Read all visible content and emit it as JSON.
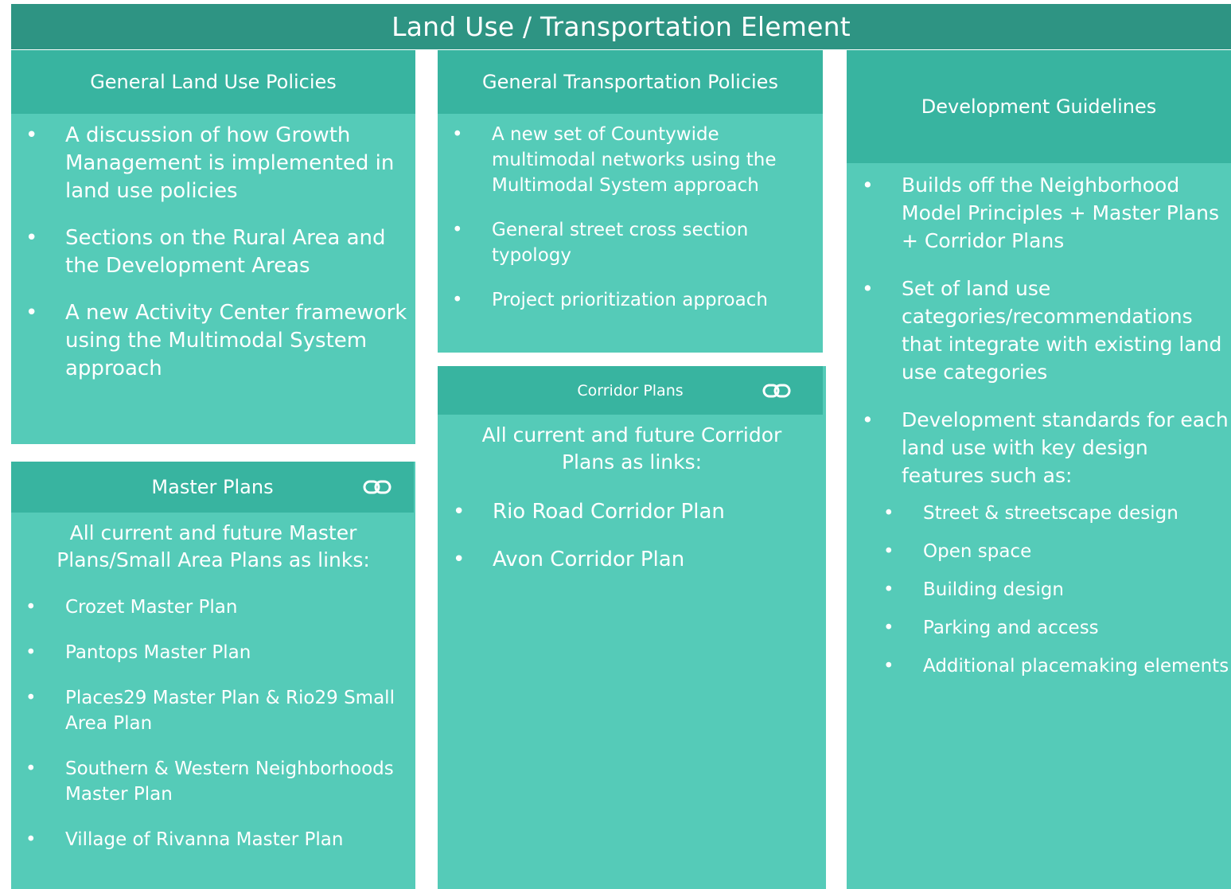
{
  "title": "Land Use / Transportation Element",
  "colors": {
    "banner": "#2e9483",
    "header": "#38b4a0",
    "body": "#55cbb8",
    "text": "#ffffff"
  },
  "general_land_use": {
    "header": "General Land Use Policies",
    "items": [
      "A discussion of how Growth Management is implemented in land use policies",
      "Sections on the Rural Area and the Development Areas",
      "A new Activity Center framework using the Multimodal System approach"
    ]
  },
  "general_transportation": {
    "header": "General Transportation Policies",
    "items": [
      "A new set of Countywide multimodal networks using the Multimodal System approach",
      "General street cross section typology",
      "Project prioritization approach"
    ]
  },
  "development_guidelines": {
    "header": "Development Guidelines",
    "items": [
      "Builds off the Neighborhood Model Principles + Master Plans + Corridor Plans",
      "Set of land use categories/recommendations that integrate with existing land use categories",
      "Development standards for each land use with key design features such as:"
    ],
    "sub_items": [
      "Street & streetscape design",
      "Open space",
      "Building design",
      "Parking and access",
      "Additional placemaking elements"
    ]
  },
  "master_plans": {
    "header": "Master Plans",
    "icon": "link-icon",
    "intro": "All current and future Master Plans/Small Area Plans as links:",
    "items": [
      "Crozet Master Plan",
      "Pantops Master Plan",
      "Places29 Master Plan & Rio29 Small Area Plan",
      "Southern & Western Neighborhoods Master Plan",
      "Village of Rivanna Master Plan"
    ]
  },
  "corridor_plans": {
    "header": "Corridor Plans",
    "icon": "link-icon",
    "intro": "All current and future Corridor Plans as links:",
    "items": [
      "Rio Road Corridor Plan",
      "Avon Corridor Plan"
    ]
  }
}
